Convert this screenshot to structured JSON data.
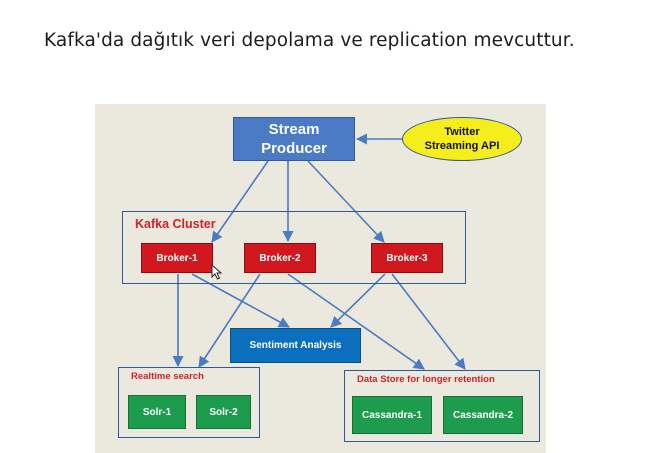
{
  "heading": "Kafka'da dağıtık veri depolama ve replication mevcuttur.",
  "diagram": {
    "producer": {
      "line1": "Stream",
      "line2": "Producer"
    },
    "twitter": {
      "line1": "Twitter",
      "line2": "Streaming API"
    },
    "cluster_label": "Kafka Cluster",
    "brokers": [
      "Broker-1",
      "Broker-2",
      "Broker-3"
    ],
    "sentiment": "Sentiment Analysis",
    "realtime": {
      "label": "Realtime search",
      "nodes": [
        "Solr-1",
        "Solr-2"
      ]
    },
    "datastore": {
      "label": "Data Store for longer retention",
      "nodes": [
        "Cassandra-1",
        "Cassandra-2"
      ]
    }
  },
  "colors": {
    "producer": "#4a7bc4",
    "twitter": "#f6ee1c",
    "broker": "#d0181e",
    "sentiment": "#0b6fbe",
    "store": "#1c9c4c",
    "arrow": "#4a7bc4",
    "label_red": "#d0222a"
  }
}
